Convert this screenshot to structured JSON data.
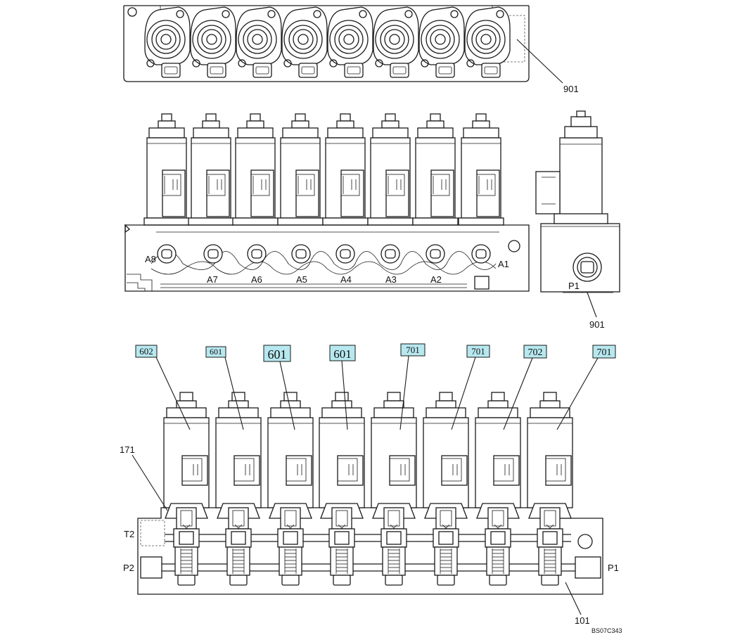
{
  "callouts": {
    "top_ref": "901",
    "side_ref": "901",
    "bottom_ref": "101",
    "left_ref": "171"
  },
  "port_labels": {
    "front": [
      "A8",
      "A7",
      "A6",
      "A5",
      "A4",
      "A3",
      "A2",
      "A1"
    ],
    "side": "P1",
    "section_left": [
      "T2",
      "P2"
    ],
    "section_right": "P1"
  },
  "section_tags": [
    "602",
    "601",
    "601",
    "601",
    "701",
    "701",
    "702",
    "701"
  ],
  "drawing_code": "BS07C343",
  "colors": {
    "tag_fill": "#b7e8ef",
    "line": "#1a1a1a"
  }
}
